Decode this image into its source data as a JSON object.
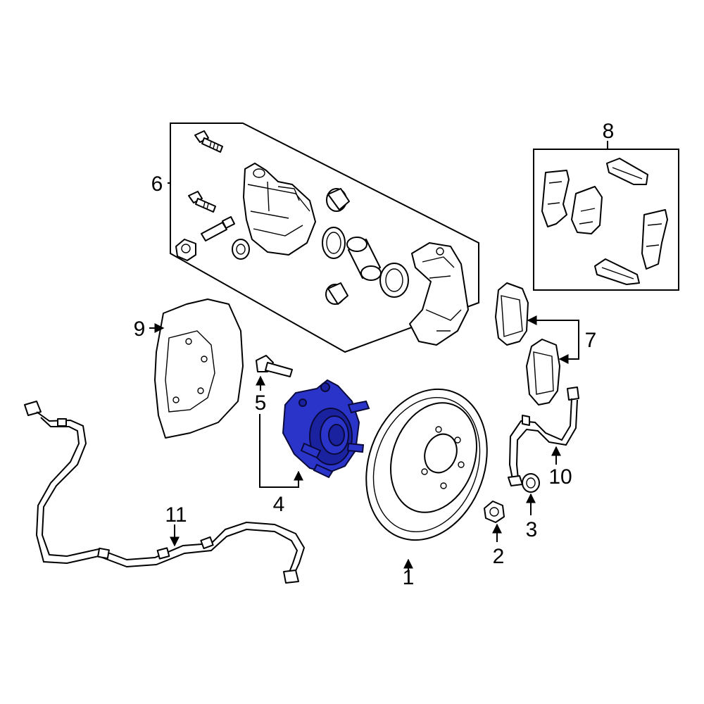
{
  "callouts": {
    "c1": "1",
    "c2": "2",
    "c3": "3",
    "c4": "4",
    "c5": "5",
    "c6": "6",
    "c7": "7",
    "c8": "8",
    "c9": "9",
    "c10": "10",
    "c11": "11"
  },
  "colors": {
    "highlight_part": "#2a34c8",
    "line": "#000000",
    "background": "#ffffff"
  }
}
